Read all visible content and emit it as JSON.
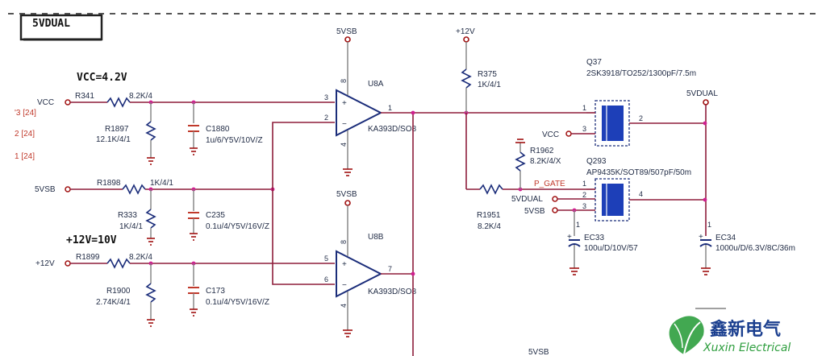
{
  "title_box": "5VDUAL",
  "notes": {
    "vcc_eq": "VCC=4.2V",
    "v12_eq": "+12V=10V"
  },
  "refs": [
    "'3  [24]",
    "2  [24]",
    "1  [24]"
  ],
  "nets": {
    "vcc": "VCC",
    "vsb": "5VSB",
    "p12": "+12V",
    "vsb_u8a": "5VSB",
    "vsb_u8b": "5VSB",
    "p12_top": "+12V",
    "out": "5VDUAL",
    "vcc_q37": "VCC",
    "q293_vdual": "5VDUAL",
    "q293_vsb": "5VSB",
    "pgate": "P_GATE"
  },
  "components": {
    "R341": {
      "ref": "R341",
      "val": "8.2K/4"
    },
    "R1897": {
      "ref": "R1897",
      "val": "12.1K/4/1"
    },
    "C1880": {
      "ref": "C1880",
      "val": "1u/6/Y5V/10V/Z"
    },
    "R1898": {
      "ref": "R1898",
      "val": "1K/4/1"
    },
    "R333": {
      "ref": "R333",
      "val": "1K/4/1"
    },
    "C235": {
      "ref": "C235",
      "val": "0.1u/4/Y5V/16V/Z"
    },
    "R1899": {
      "ref": "R1899",
      "val": "8.2K/4"
    },
    "R1900": {
      "ref": "R1900",
      "val": "2.74K/4/1"
    },
    "C173": {
      "ref": "C173",
      "val": "0.1u/4/Y5V/16V/Z"
    },
    "U8A": {
      "ref": "U8A",
      "val": "KA393D/SO8"
    },
    "U8B": {
      "ref": "U8B",
      "val": "KA393D/SO8"
    },
    "R375": {
      "ref": "R375",
      "val": "1K/4/1"
    },
    "R1962": {
      "ref": "R1962",
      "val": "8.2K/4/X"
    },
    "R1951": {
      "ref": "R1951",
      "val": "8.2K/4"
    },
    "Q37": {
      "ref": "Q37",
      "val": "2SK3918/TO252/1300pF/7.5m"
    },
    "Q293": {
      "ref": "Q293",
      "val": "AP9435K/SOT89/507pF/50m"
    },
    "EC33": {
      "ref": "EC33",
      "val": "100u/D/10V/57"
    },
    "EC34": {
      "ref": "EC34",
      "val": "1000u/D/6.3V/8C/36m"
    }
  },
  "pins": {
    "u8a": {
      "p3": "3",
      "p2": "2",
      "p1": "1",
      "p8": "8",
      "p4": "4"
    },
    "u8b": {
      "p5": "5",
      "p6": "6",
      "p7": "7",
      "p8": "8",
      "p4": "4"
    },
    "q37": {
      "p1": "1",
      "p3": "3",
      "p2": "2"
    },
    "q293": {
      "p1": "1",
      "p2": "2",
      "p3": "3",
      "p4": "4"
    },
    "ec": "1"
  },
  "bottom_fragment": "5VSB",
  "logo": {
    "cn": "鑫新电气",
    "en": "Xuxin Electrical",
    "color": "#2e9e3e",
    "text_color": "#1b3f8f"
  }
}
